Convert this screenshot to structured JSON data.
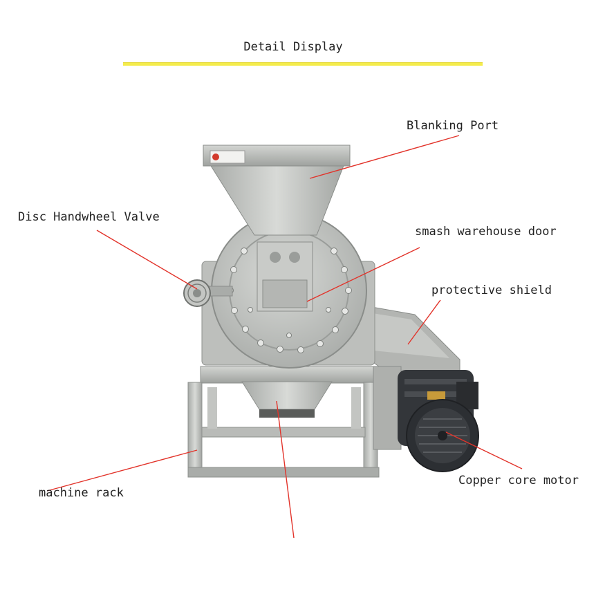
{
  "header": {
    "title": "Detail Display"
  },
  "colors": {
    "accent_rule": "#f4ec4a",
    "leader_line": "#e2332a",
    "steel": "#b7b9b6",
    "motor": "#2c2f33"
  },
  "labels": {
    "blanking_port": "Blanking Port",
    "disc_handwheel_valve": "Disc Handwheel Valve",
    "smash_warehouse_door": "smash warehouse door",
    "protective_shield": "protective shield",
    "machine_rack": "machine rack",
    "copper_core_motor": "Copper core motor"
  }
}
